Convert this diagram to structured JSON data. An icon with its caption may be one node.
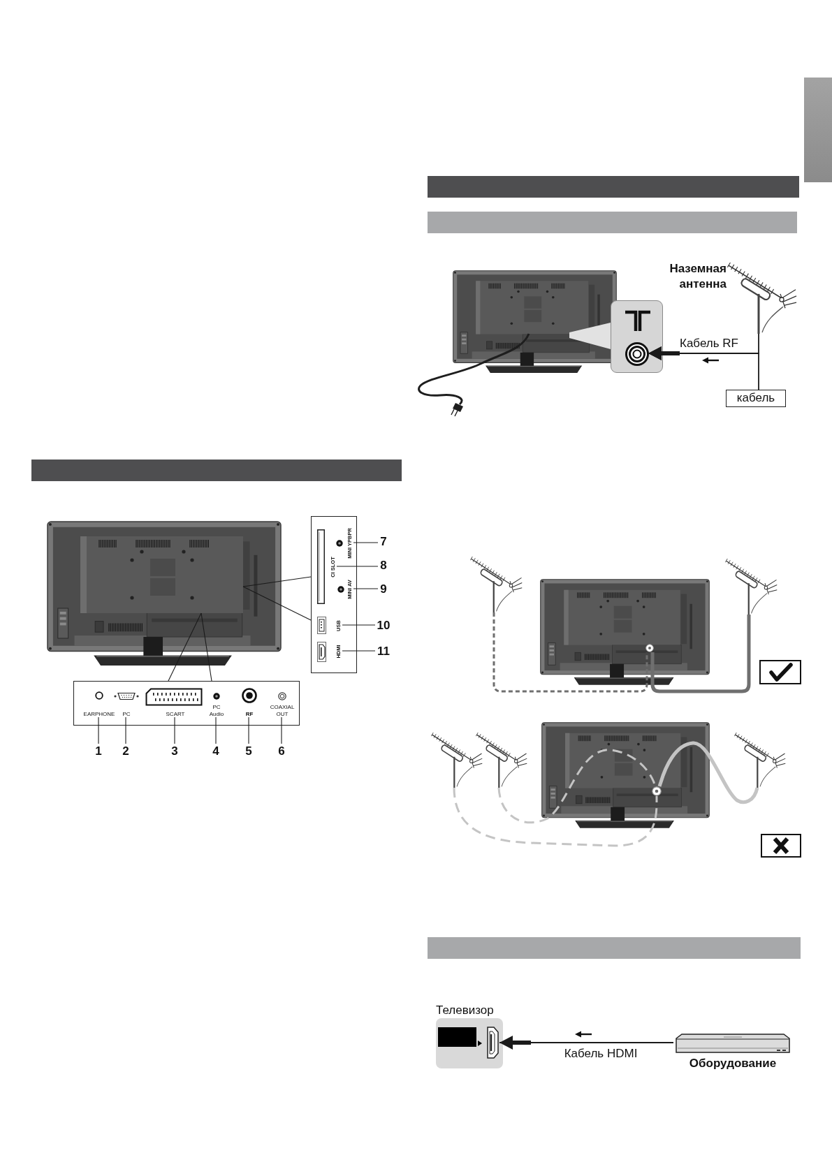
{
  "diagram": {
    "nodes": [
      {
        "text": [],
        "shape": "picture"
      },
      {
        "text": [],
        "shape": "box",
        "in": 0
      },
      {
        "text": [],
        "shape": "box"
      },
      {
        "text": [
          "MINI YPBPR"
        ],
        "in": 2
      },
      {
        "text": [
          "CI SLOT"
        ],
        "in": 2
      },
      {
        "text": [
          "MINI AV"
        ],
        "in": 2
      },
      {
        "text": [
          "USB"
        ],
        "in": 2
      },
      {
        "text": [
          "HDMI"
        ],
        "in": 2
      },
      {
        "text": [
          "7"
        ]
      },
      {
        "text": [
          "8"
        ]
      },
      {
        "text": [
          "9"
        ]
      },
      {
        "text": [
          "10"
        ]
      },
      {
        "text": [
          "11"
        ]
      },
      {
        "text": [],
        "shape": "box"
      },
      {
        "text": [
          "EARPHONE"
        ],
        "in": 13
      },
      {
        "text": [
          "PC"
        ],
        "in": 13
      },
      {
        "text": [
          "SCART"
        ],
        "in": 13
      },
      {
        "text": [
          "PC Audio"
        ],
        "in": 13
      },
      {
        "text": [
          "RF"
        ],
        "in": 13
      },
      {
        "text": [
          "COAXIAL OUT"
        ],
        "in": 13
      },
      {
        "text": [
          "1"
        ]
      },
      {
        "text": [
          "2"
        ]
      },
      {
        "text": [
          "3"
        ]
      },
      {
        "text": [
          "4"
        ]
      },
      {
        "text": [
          "5"
        ]
      },
      {
        "text": [
          "6"
        ]
      },
      {
        "text": [],
        "shape": "box"
      },
      {
        "text": [],
        "shape": "circle",
        "in": 26
      },
      {
        "text": [
          "Наземная антенна"
        ]
      },
      {
        "text": [
          "кабель"
        ]
      },
      {
        "text": [],
        "shape": "picture"
      },
      {
        "text": [],
        "shape": "picture"
      },
      {
        "text": [],
        "shape": "circle",
        "in": 31
      },
      {
        "text": [],
        "shape": "picture"
      },
      {
        "text": [],
        "shape": "picture"
      },
      {
        "text": [],
        "shape": "picture"
      },
      {
        "text": [],
        "shape": "picture"
      },
      {
        "text": [],
        "shape": "circle",
        "in": 36
      },
      {
        "text": [],
        "shape": "picture"
      },
      {
        "text": [
          "Телевизор"
        ]
      },
      {
        "text": [],
        "shape": "picture",
        "in": 39
      },
      {
        "text": [
          "Оборудование"
        ]
      }
    ],
    "edges": [
      {
        "from": 1,
        "to": 2,
        "arrow": "none"
      },
      {
        "from": 1,
        "to": 2,
        "arrow": "none"
      },
      {
        "from": 1,
        "to": 13,
        "arrow": "none"
      },
      {
        "from": 1,
        "to": 13,
        "arrow": "none"
      },
      {
        "from": 8,
        "to": 3,
        "arrow": "none"
      },
      {
        "from": 9,
        "to": 4,
        "arrow": "none"
      },
      {
        "from": 10,
        "to": 5,
        "arrow": "none"
      },
      {
        "from": 11,
        "to": 6,
        "arrow": "none"
      },
      {
        "from": 12,
        "to": 7,
        "arrow": "none"
      },
      {
        "from": 20,
        "to": 14,
        "arrow": "none"
      },
      {
        "from": 21,
        "to": 15,
        "arrow": "none"
      },
      {
        "from": 22,
        "to": 16,
        "arrow": "none"
      },
      {
        "from": 23,
        "to": 17,
        "arrow": "none"
      },
      {
        "from": 24,
        "to": 18,
        "arrow": "none"
      },
      {
        "from": 25,
        "to": 19,
        "arrow": "none"
      },
      {
        "from": 28,
        "to": 27,
        "arrow": "to",
        "label": "Кабель RF"
      },
      {
        "from": 29,
        "to": 27,
        "arrow": "to"
      },
      {
        "from": 30,
        "to": 32,
        "arrow": "none",
        "style": "dashed",
        "color": "#6f6f6f"
      },
      {
        "from": 33,
        "to": 32,
        "arrow": "none",
        "style": "thick",
        "color": "#6f6f6f"
      },
      {
        "from": 34,
        "to": 37,
        "arrow": "none",
        "style": "dashed",
        "color": "#c4c4c4"
      },
      {
        "from": 35,
        "to": 37,
        "arrow": "none",
        "style": "dashed",
        "color": "#c4c4c4"
      },
      {
        "from": 38,
        "to": 37,
        "arrow": "none",
        "style": "thick",
        "color": "#c4c4c4"
      },
      {
        "from": 41,
        "to": 40,
        "arrow": "to",
        "label": "Кабель HDMI"
      }
    ]
  }
}
